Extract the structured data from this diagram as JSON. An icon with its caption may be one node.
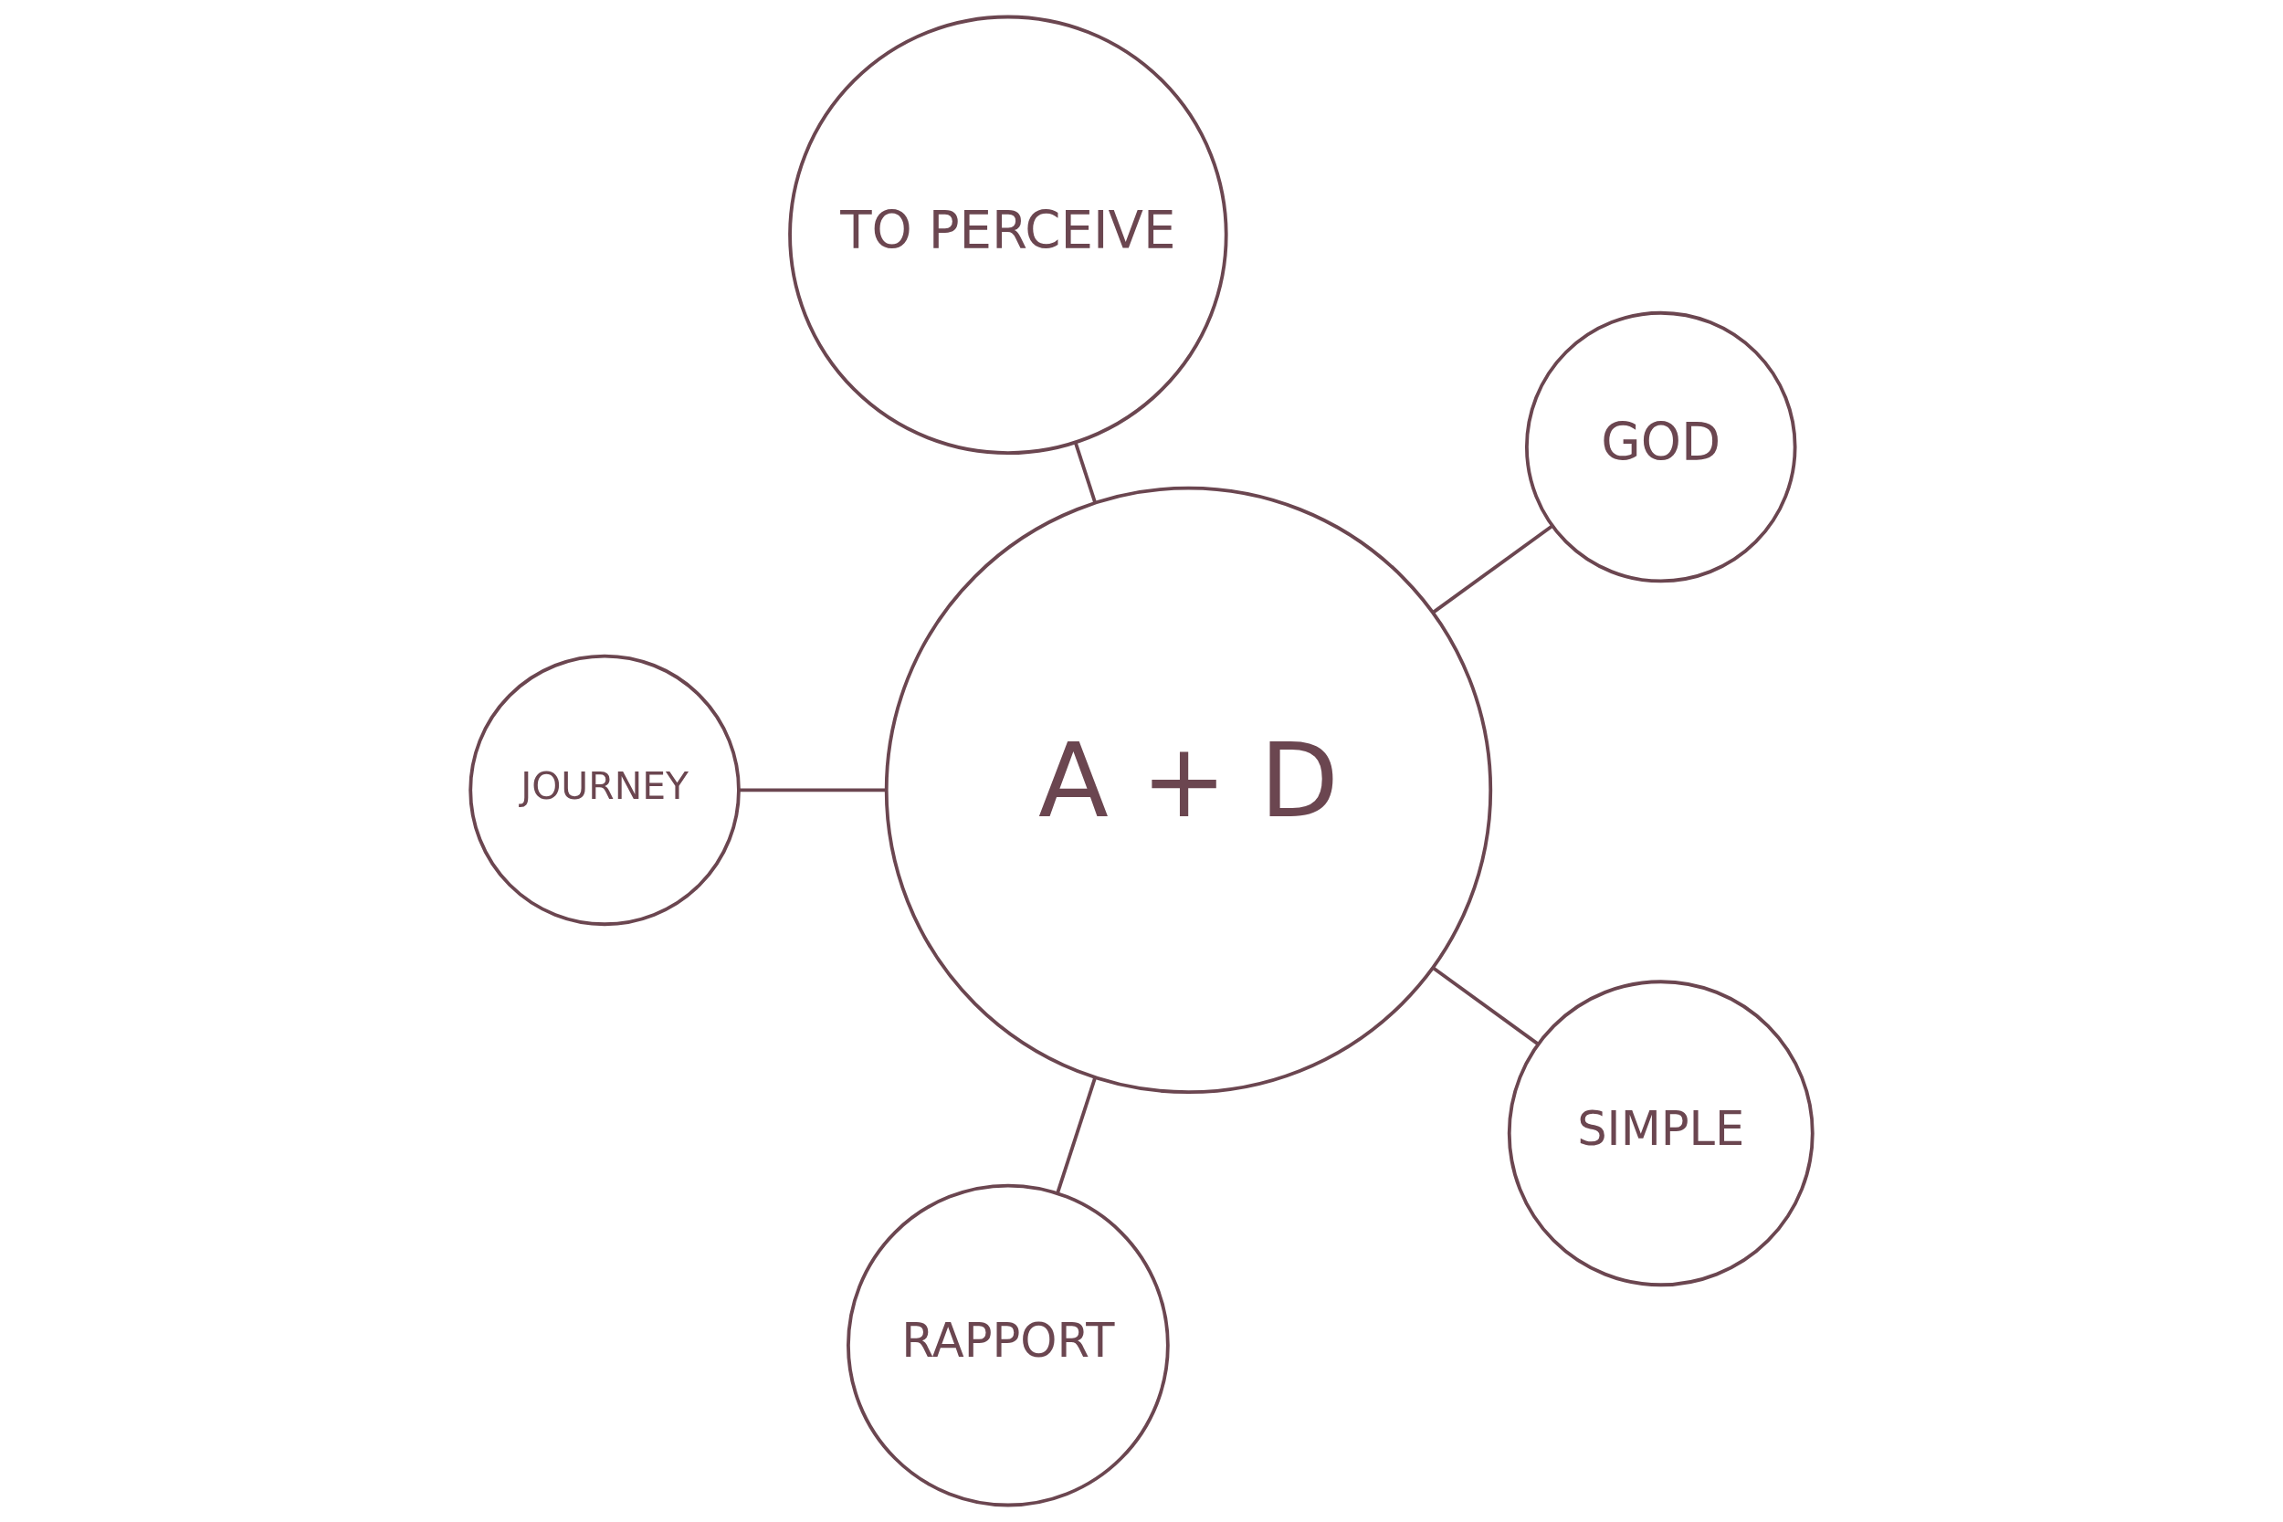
{
  "diagram": {
    "nodes": [
      {
        "text": [
          "GOD"
        ]
      },
      {
        "text": [
          "TO PERCEIVE"
        ]
      },
      {
        "text": [
          "JOURNEY"
        ]
      },
      {
        "text": [
          "A + D"
        ]
      },
      {
        "text": [
          "RAPPORT"
        ]
      },
      {
        "text": [
          "SIMPLE"
        ]
      }
    ],
    "edges": [
      {
        "from": 3,
        "to": 0,
        "arrow": "none"
      },
      {
        "from": 3,
        "to": 1,
        "arrow": "none"
      },
      {
        "from": 3,
        "to": 2,
        "arrow": "none"
      },
      {
        "from": 3,
        "to": 4,
        "arrow": "none"
      },
      {
        "from": 3,
        "to": 5,
        "arrow": "none"
      }
    ]
  }
}
